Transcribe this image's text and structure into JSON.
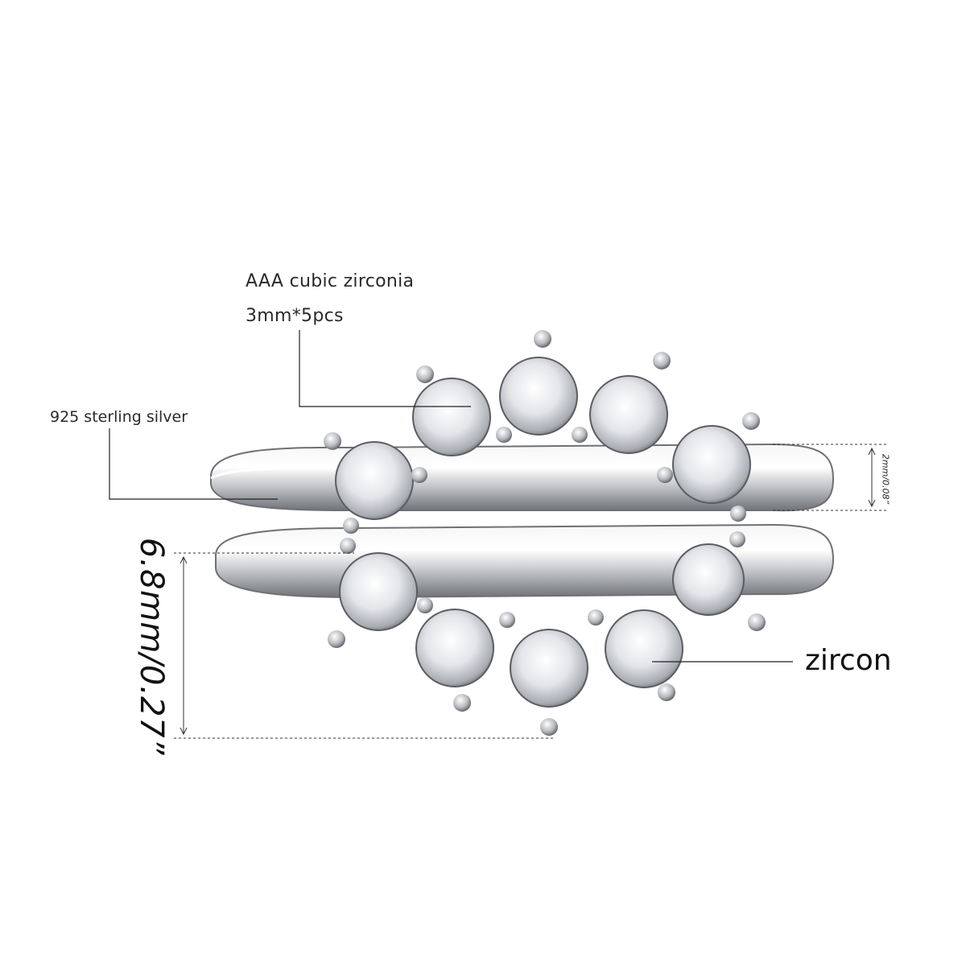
{
  "annotations": {
    "stone_quality": "AAA cubic zirconia",
    "stone_size": "3mm*5pcs",
    "material": "925 sterling silver",
    "zircon": "zircon",
    "band_width": "2mm/0.08”",
    "total_height": "6.8mm/0.27”"
  },
  "colors": {
    "background": "#ffffff",
    "silver": "#c9cbce",
    "silver_shadow": "#8e9196",
    "stone": "#e4e6ea",
    "text": "#222222"
  }
}
